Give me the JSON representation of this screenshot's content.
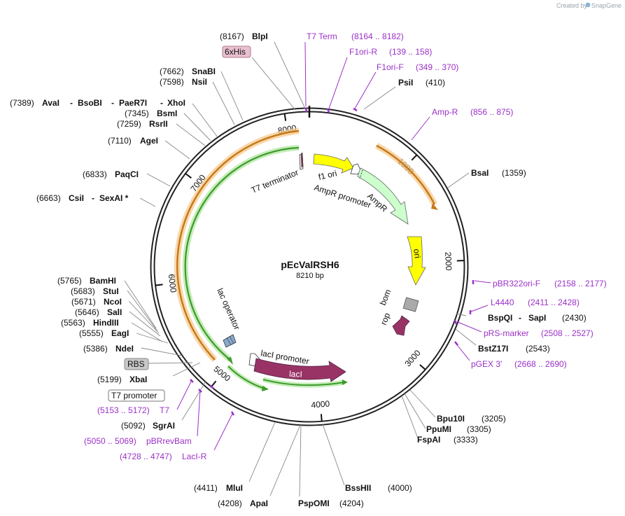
{
  "watermark": {
    "prefix": "Created by",
    "brand": "SnapGene"
  },
  "plasmid": {
    "name": "pEcValRSH6",
    "length_label": "8210 bp",
    "length": 8210
  },
  "ruler_ticks": [
    {
      "label": "1000",
      "pos": 1000
    },
    {
      "label": "2000",
      "pos": 2000
    },
    {
      "label": "3000",
      "pos": 3000
    },
    {
      "label": "4000",
      "pos": 4000
    },
    {
      "label": "5000",
      "pos": 5000
    },
    {
      "label": "6000",
      "pos": 6000
    },
    {
      "label": "7000",
      "pos": 7000
    },
    {
      "label": "8000",
      "pos": 8000
    }
  ],
  "features": [
    {
      "name": "T7 terminator",
      "start": 7990,
      "end": 8035,
      "color": "#ffffff"
    },
    {
      "name": "f1 ori",
      "start": 80,
      "end": 450,
      "color": "#ffff00"
    },
    {
      "name": "AmpR promoter",
      "start": 460,
      "end": 560,
      "color": "#ffffff"
    },
    {
      "name": "AmpR",
      "start": 560,
      "end": 1420,
      "color": "#ccffcc"
    },
    {
      "name": "ori",
      "start": 1800,
      "end": 2390,
      "color": "#ffff00"
    },
    {
      "name": "bom",
      "start": 2650,
      "color": "#aaaaaa"
    },
    {
      "name": "rop",
      "start": 2900,
      "color": "#993366"
    },
    {
      "name": "lacI promoter",
      "start": 4470,
      "end": 4545,
      "color": "#ffffff"
    },
    {
      "name": "lacI",
      "start": 3530,
      "end": 4460,
      "color": "#993366"
    },
    {
      "name": "lac operator",
      "start": 5255,
      "end": 5295,
      "color": "#88aacc"
    }
  ],
  "sites": [
    {
      "name": "BlpI",
      "coord": "(8167)"
    },
    {
      "name": "PsiI",
      "coord": "(410)"
    },
    {
      "name": "BsaI",
      "coord": "(1359)"
    },
    {
      "name": "BspQI",
      "name2": "SapI",
      "coord": "(2430)"
    },
    {
      "name": "BstZ17I",
      "coord": "(2543)"
    },
    {
      "name": "Bpu10I",
      "coord": "(3205)"
    },
    {
      "name": "PpuMI",
      "coord": "(3305)"
    },
    {
      "name": "FspAI",
      "coord": "(3333)"
    },
    {
      "name": "BssHII",
      "coord": "(4000)"
    },
    {
      "name": "PspOMI",
      "coord": "(4204)"
    },
    {
      "name": "ApaI",
      "coord": "(4208)"
    },
    {
      "name": "MluI",
      "coord": "(4411)"
    },
    {
      "name": "SgrAI",
      "coord": "(5092)"
    },
    {
      "name": "XbaI",
      "coord": "(5199)"
    },
    {
      "name": "NdeI",
      "coord": "(5386)"
    },
    {
      "name": "EagI",
      "coord": "(5555)"
    },
    {
      "name": "HindIII",
      "coord": "(5563)"
    },
    {
      "name": "SalI",
      "coord": "(5646)"
    },
    {
      "name": "NcoI",
      "coord": "(5671)"
    },
    {
      "name": "StuI",
      "coord": "(5683)"
    },
    {
      "name": "BamHI",
      "coord": "(5765)"
    },
    {
      "name": "CsiI",
      "name2": "SexAI *",
      "coord": "(6663)"
    },
    {
      "name": "PaqCI",
      "coord": "(6833)"
    },
    {
      "name": "AgeI",
      "coord": "(7110)"
    },
    {
      "name": "RsrII",
      "coord": "(7259)"
    },
    {
      "name": "BsmI",
      "coord": "(7345)"
    },
    {
      "name": "AvaI",
      "name2": "BsoBI",
      "name3": "PaeR7I",
      "name4": "XhoI",
      "coord": "(7389)"
    },
    {
      "name": "NsiI",
      "coord": "(7598)"
    },
    {
      "name": "SnaBI",
      "coord": "(7662)"
    }
  ],
  "primers": [
    {
      "name": "T7 Term",
      "range": "(8164 .. 8182)"
    },
    {
      "name": "F1ori-R",
      "range": "(139 .. 158)"
    },
    {
      "name": "F1ori-F",
      "range": "(349 .. 370)"
    },
    {
      "name": "Amp-R",
      "range": "(856 .. 875)"
    },
    {
      "name": "pBR322ori-F",
      "range": "(2158 .. 2177)"
    },
    {
      "name": "L4440",
      "range": "(2411 .. 2428)"
    },
    {
      "name": "pRS-marker",
      "range": "(2508 .. 2527)"
    },
    {
      "name": "pGEX 3'",
      "range": "(2668 .. 2690)"
    },
    {
      "name": "T7",
      "range": "(5153 .. 5172)"
    },
    {
      "name": "pBRrevBam",
      "range": "(5050 .. 5069)"
    },
    {
      "name": "LacI-R",
      "range": "(4728 .. 4747)"
    }
  ],
  "boxed_features": [
    {
      "name": "6xHis"
    },
    {
      "name": "RBS"
    },
    {
      "name": "T7 promoter"
    }
  ],
  "colors": {
    "backbone": "#222222",
    "primer": "#9b30c8",
    "orange_arc": "#f0a030",
    "green_arc": "#5fbf3f",
    "yellow_feature": "#ffff00",
    "ampr": "#ccffcc",
    "laci": "#993366",
    "bom": "#aaaaaa"
  }
}
